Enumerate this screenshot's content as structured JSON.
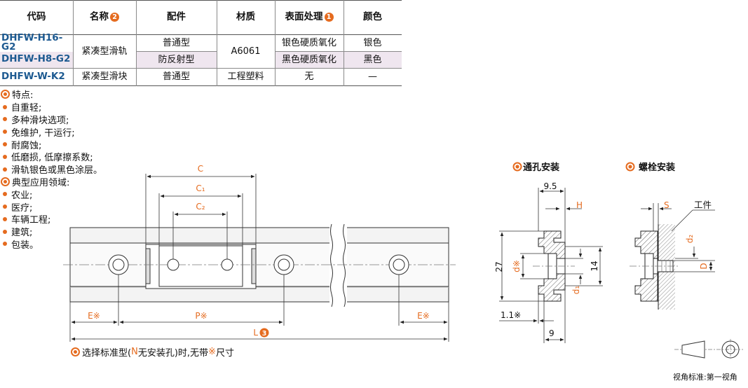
{
  "table": {
    "headers": {
      "code": "代码",
      "name": "名称",
      "parts": "配件",
      "material": "材质",
      "surface": "表面处理",
      "color": "颜色"
    },
    "header_badges": {
      "name": "2",
      "surface": "1"
    },
    "rows": [
      {
        "code": "DHFW-H16-G2",
        "name": "紧凑型滑轨",
        "parts": "普通型",
        "material": "A6061",
        "surface": "银色硬质氧化",
        "color": "银色"
      },
      {
        "code": "DHFW-H8-G2",
        "parts": "防反射型",
        "surface": "黑色硬质氧化",
        "color": "黑色"
      },
      {
        "code": "DHFW-W-K2",
        "name": "紧凑型滑块",
        "parts": "普通型",
        "material": "工程塑料",
        "surface": "无",
        "color": "—"
      }
    ]
  },
  "features": {
    "title": "特点:",
    "items": [
      "自重轻;",
      "多种滑块选项;",
      "免维护, 干运行;",
      "耐腐蚀;",
      "低磨损, 低摩擦系数;",
      "滑轨银色或黑色涂层。"
    ]
  },
  "applications": {
    "title": "典型应用领域:",
    "items": [
      "农业;",
      "医疗;",
      "车辆工程;",
      "建筑;",
      "包装。"
    ]
  },
  "drawing": {
    "dims": {
      "C": "C",
      "C1": "C₁",
      "C2": "C₂",
      "E": "E※",
      "P": "P※",
      "E2": "E※",
      "L": "L",
      "L_badge": "3"
    },
    "through_hole": {
      "title": "通孔安装",
      "dims": {
        "w95": "9.5",
        "H": "H",
        "h27": "27",
        "d": "d※",
        "h14": "14",
        "d1": "d₁",
        "w11": "1.1※",
        "w9": "9"
      }
    },
    "bolt": {
      "title": "螺栓安装",
      "dims": {
        "S": "S",
        "workpiece": "工件",
        "d2": "d₂",
        "D": "D"
      }
    },
    "note": {
      "prefix": "选择标准型(",
      "N": "N",
      "middle": "无安装孔)时,无带",
      "mark": "※",
      "suffix": "尺寸"
    },
    "view_standard": "视角标准:第一视角"
  },
  "colors": {
    "accent": "#e56b1f",
    "code_blue": "#1d5a91",
    "highlight_row": "#efe6ef",
    "line": "#8a8a8a"
  }
}
